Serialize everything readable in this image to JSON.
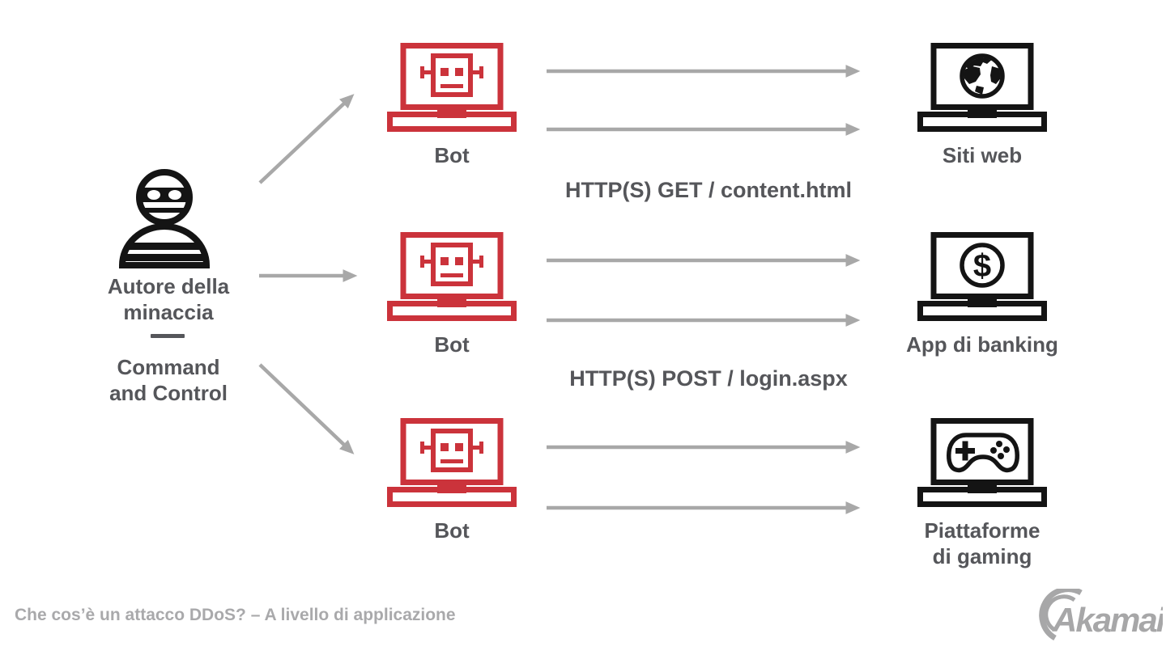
{
  "diagram": {
    "threat_actor": {
      "icon": "masked-threat-actor-icon",
      "title": "Autore della\nminaccia",
      "subtitle": "Command\nand Control"
    },
    "bots": [
      {
        "icon": "bot-laptop-icon",
        "label": "Bot"
      },
      {
        "icon": "bot-laptop-icon",
        "label": "Bot"
      },
      {
        "icon": "bot-laptop-icon",
        "label": "Bot"
      }
    ],
    "targets": [
      {
        "icon": "globe-laptop-icon",
        "label": "Siti web"
      },
      {
        "icon": "banking-laptop-icon",
        "label": "App di banking"
      },
      {
        "icon": "gaming-laptop-icon",
        "label": "Piattaforme\ndi gaming"
      }
    ],
    "request_labels": [
      "HTTP(S) GET / content.html",
      "HTTP(S) POST / login.aspx"
    ]
  },
  "footer": {
    "caption": "Che cos’è un attacco DDoS? – A livello di applicazione",
    "brand": "Akamai"
  },
  "colors": {
    "bot_red": "#cb333b",
    "icon_black": "#141414",
    "label_gray": "#55565a",
    "arrow_gray": "#a8a8a8",
    "caption_gray": "#a9a9ab",
    "logo_gray": "#a7a7a8"
  }
}
